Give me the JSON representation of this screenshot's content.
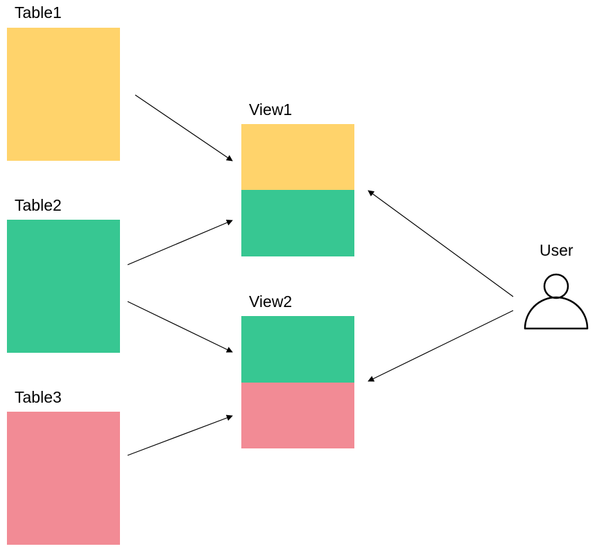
{
  "colors": {
    "table1": "#FFD36B",
    "table2": "#37C792",
    "table3": "#F28B95",
    "line": "#000000"
  },
  "tables": [
    {
      "label": "Table1",
      "color_key": "table1"
    },
    {
      "label": "Table2",
      "color_key": "table2"
    },
    {
      "label": "Table3",
      "color_key": "table3"
    }
  ],
  "views": [
    {
      "label": "View1",
      "parts": [
        "table1",
        "table2"
      ]
    },
    {
      "label": "View2",
      "parts": [
        "table2",
        "table3"
      ]
    }
  ],
  "user": {
    "label": "User",
    "icon": "user-icon"
  }
}
